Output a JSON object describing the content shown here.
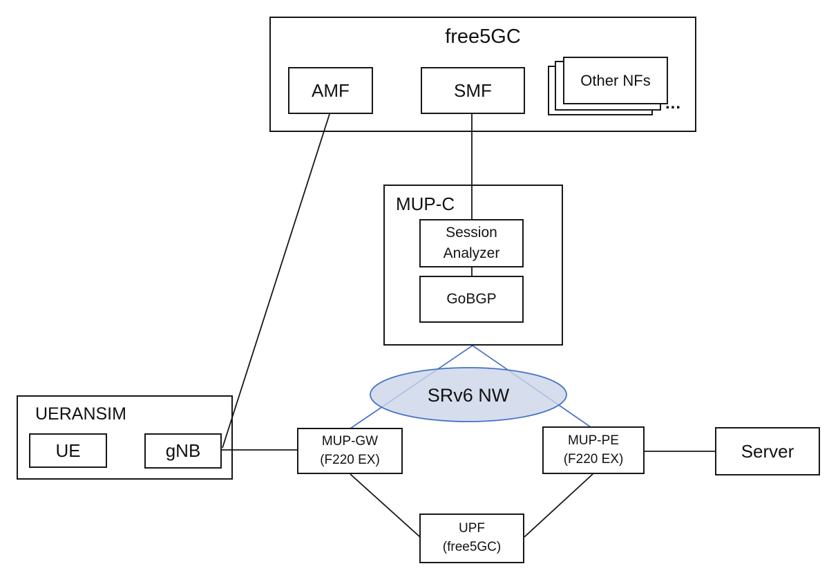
{
  "colors": {
    "accent_blue": "#4472c4",
    "ellipse_fill": "#ccd4e8",
    "line_black": "#161616"
  },
  "nodes": {
    "free5gc": {
      "title": "free5GC",
      "amf": "AMF",
      "smf": "SMF",
      "other_nfs": "Other NFs",
      "more": "..."
    },
    "mup_c": {
      "title": "MUP-C",
      "session_analyzer": "Session\nAnalyzer",
      "gobgp": "GoBGP"
    },
    "srv6_nw": {
      "label": "SRv6 NW"
    },
    "ueransim": {
      "title": "UERANSIM",
      "ue": "UE",
      "gnb": "gNB"
    },
    "mup_gw": {
      "label": "MUP-GW\n(F220 EX)"
    },
    "mup_pe": {
      "label": "MUP-PE\n(F220 EX)"
    },
    "upf": {
      "label": "UPF\n(free5GC)"
    },
    "server": {
      "label": "Server"
    }
  },
  "edges": [
    {
      "from": "AMF",
      "to": "gNB",
      "color": "black"
    },
    {
      "from": "SMF",
      "to": "Session Analyzer",
      "color": "black"
    },
    {
      "from": "Session Analyzer",
      "to": "GoBGP",
      "color": "black"
    },
    {
      "from": "MUP-C",
      "to": "MUP-GW",
      "via": "SRv6 NW",
      "color": "blue"
    },
    {
      "from": "MUP-C",
      "to": "MUP-PE",
      "via": "SRv6 NW",
      "color": "blue"
    },
    {
      "from": "gNB",
      "to": "MUP-GW",
      "color": "black"
    },
    {
      "from": "MUP-GW",
      "to": "UPF",
      "color": "black"
    },
    {
      "from": "MUP-PE",
      "to": "UPF",
      "color": "black"
    },
    {
      "from": "MUP-PE",
      "to": "Server",
      "color": "black"
    }
  ]
}
